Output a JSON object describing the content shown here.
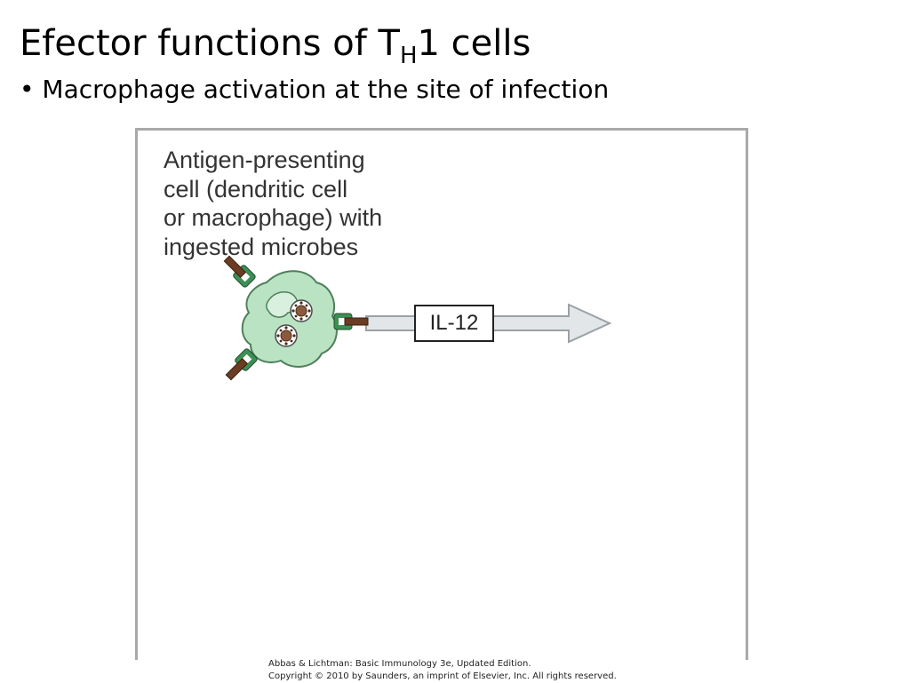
{
  "slide": {
    "title_prefix": "Efector functions of T",
    "title_subscript": "H",
    "title_suffix": "1 cells",
    "bullet": "• Macrophage activation at the site of infection"
  },
  "figure": {
    "apc_label_lines": [
      "Antigen-presenting",
      "cell (dendritic cell",
      "or macrophage) with",
      "ingested microbes"
    ],
    "cytokine_label": "IL-12",
    "colors": {
      "cell_fill": "#b9e3c3",
      "cell_stroke": "#4f7f5a",
      "receptor_green": "#3d8f55",
      "receptor_brown": "#6b3b22",
      "arrow_fill": "#e2e6e8",
      "arrow_stroke": "#9aa1a5",
      "frame": "#a9a9a9"
    }
  },
  "citation": {
    "line1": "Abbas & Lichtman: Basic Immunology 3e, Updated Edition.",
    "line2": "Copyright © 2010 by Saunders, an imprint of Elsevier, Inc. All rights reserved."
  }
}
